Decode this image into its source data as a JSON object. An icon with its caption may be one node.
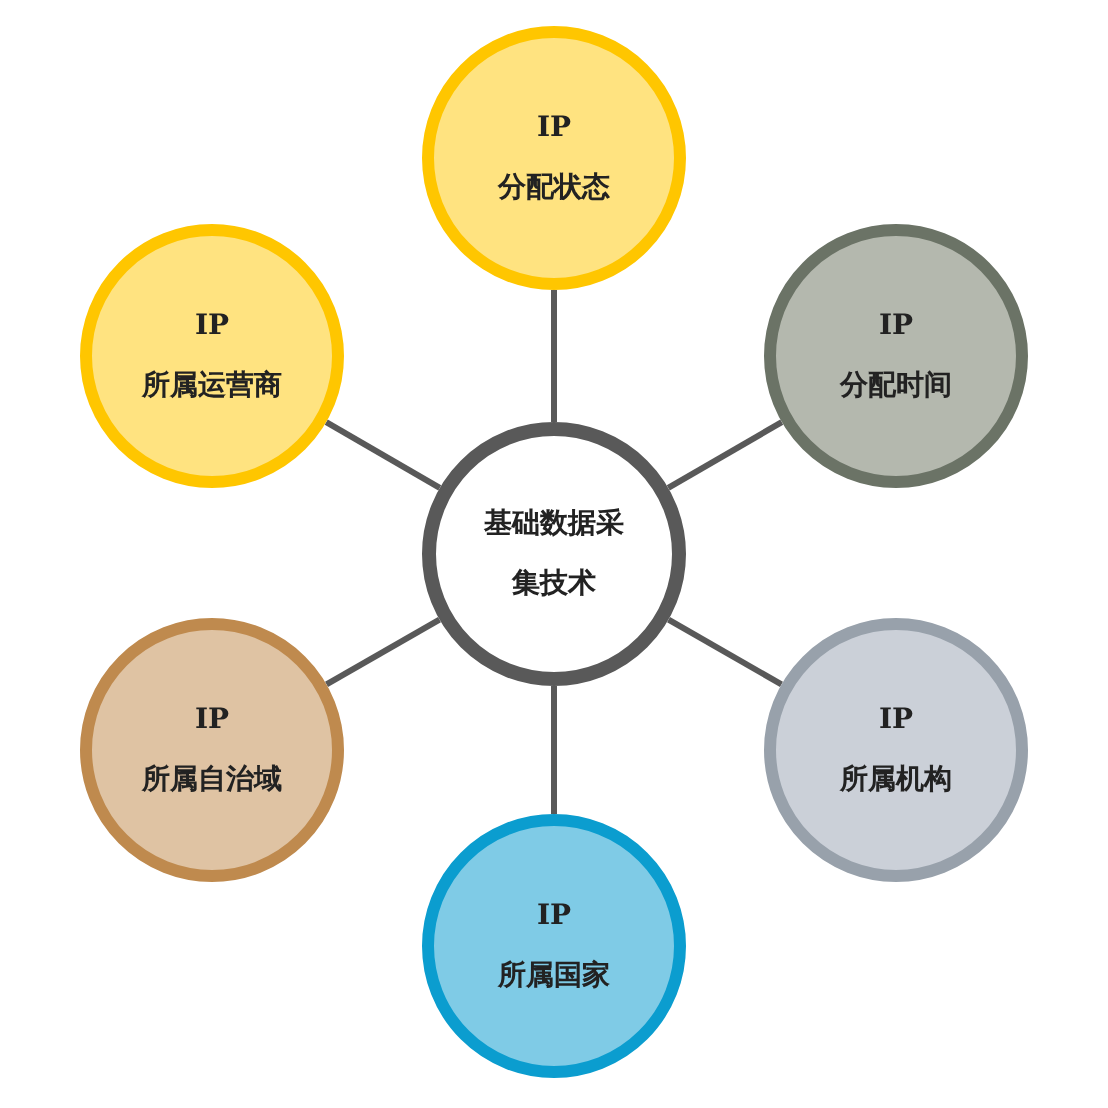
{
  "diagram": {
    "nodes": [
      {
        "text": [
          "基础数据采集技术"
        ]
      },
      {
        "text": [
          "IP",
          "分配状态"
        ]
      },
      {
        "text": [
          "IP",
          "所属运营商"
        ]
      },
      {
        "text": [
          "IP",
          "分配时间"
        ]
      },
      {
        "text": [
          "IP",
          "所属自治域"
        ]
      },
      {
        "text": [
          "IP",
          "所属机构"
        ]
      },
      {
        "text": [
          "IP",
          "所属国家"
        ]
      }
    ],
    "edges": [
      {
        "from": 0,
        "to": 1,
        "arrow": "none"
      },
      {
        "from": 0,
        "to": 2,
        "arrow": "none"
      },
      {
        "from": 0,
        "to": 3,
        "arrow": "none"
      },
      {
        "from": 0,
        "to": 4,
        "arrow": "none"
      },
      {
        "from": 0,
        "to": 5,
        "arrow": "none"
      },
      {
        "from": 0,
        "to": 6,
        "arrow": "none"
      }
    ]
  }
}
